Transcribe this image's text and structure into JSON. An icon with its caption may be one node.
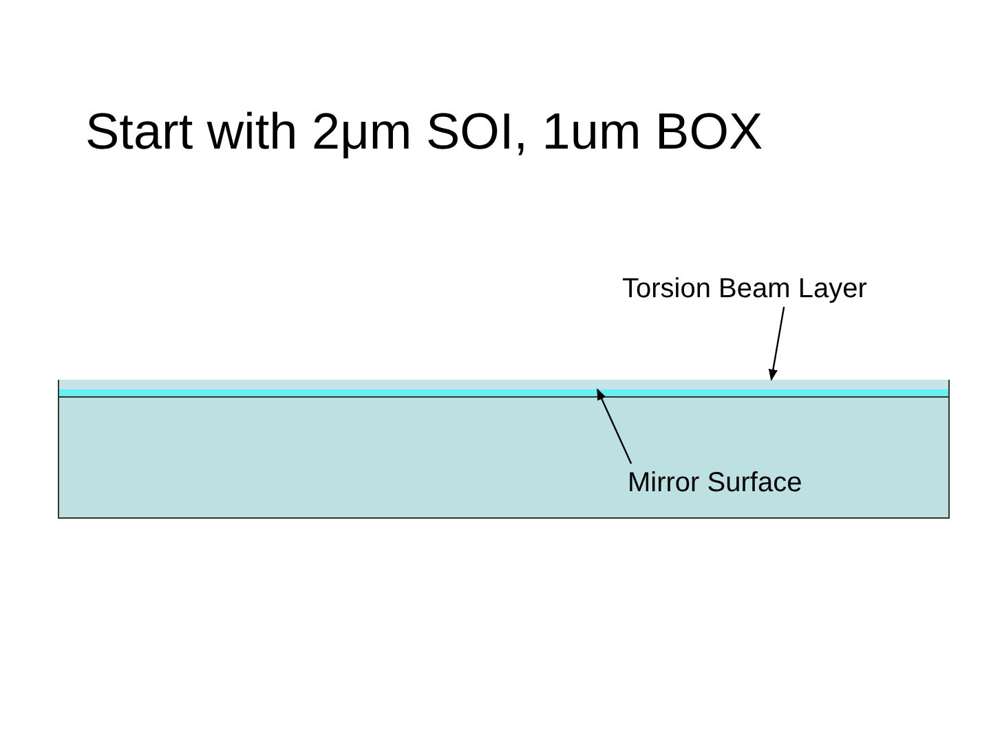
{
  "diagram": {
    "title": "Start with 2μm SOI, 1um BOX",
    "nodes": [
      {
        "text": [
          "Torsion Beam Layer"
        ]
      },
      {
        "text": [],
        "shape": "bar"
      },
      {
        "text": [],
        "shape": "bar"
      },
      {
        "text": [],
        "shape": "box"
      },
      {
        "text": [
          "Mirror Surface"
        ],
        "in": 3
      }
    ],
    "edges": [
      {
        "from": 0,
        "to": 1,
        "arrow": "to"
      },
      {
        "from": 4,
        "to": 2,
        "arrow": "to"
      }
    ]
  }
}
